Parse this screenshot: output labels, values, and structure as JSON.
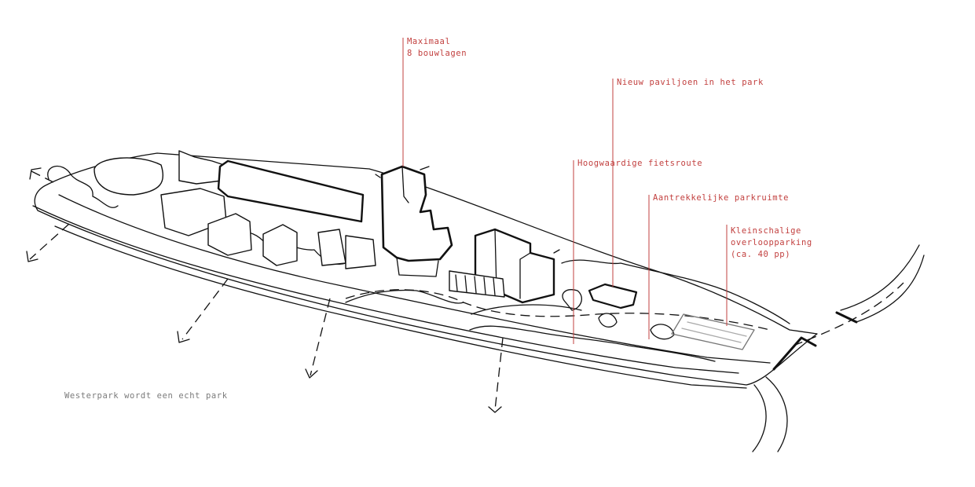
{
  "annotations": {
    "max_height": [
      "Maximaal",
      "8 bouwlagen"
    ],
    "pavilion": "Nieuw paviljoen in het park",
    "bike_route": "Hoogwaardige fietsroute",
    "park_space": "Aantrekkelijke parkruimte",
    "parking": [
      "Kleinschalige",
      "overloopparking",
      "(ca. 40 pp)"
    ]
  },
  "caption": "Westerpark wordt een echt park",
  "colors": {
    "annotation": "#c2403f",
    "caption": "#7b7b7b",
    "ink": "#111111"
  }
}
